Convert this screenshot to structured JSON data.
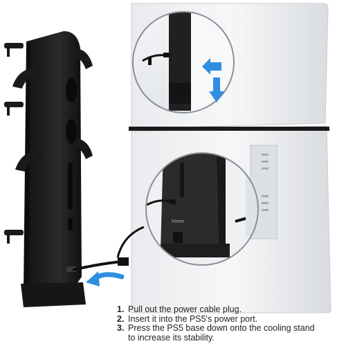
{
  "brand": {
    "logo_text": "Hiree"
  },
  "instructions": {
    "steps": [
      {
        "number": "1.",
        "text": "Pull out the power cable plug."
      },
      {
        "number": "2.",
        "text": "Insert it into the PS5's power port."
      },
      {
        "number": "3.",
        "text": "Press the PS5 base down onto the cooling stand",
        "continuation": "to increase its stability."
      }
    ]
  },
  "colors": {
    "arrow_blue": "#2e8fe0",
    "console_white": "#f1f2f4",
    "console_shadow": "#cfd2d6",
    "stand_black": "#1c1c1c",
    "circle_outline": "#8a8f96"
  },
  "icons": [
    "push-arrow-left-icon",
    "push-arrow-down-icon",
    "curved-guide-arrow-icon"
  ]
}
